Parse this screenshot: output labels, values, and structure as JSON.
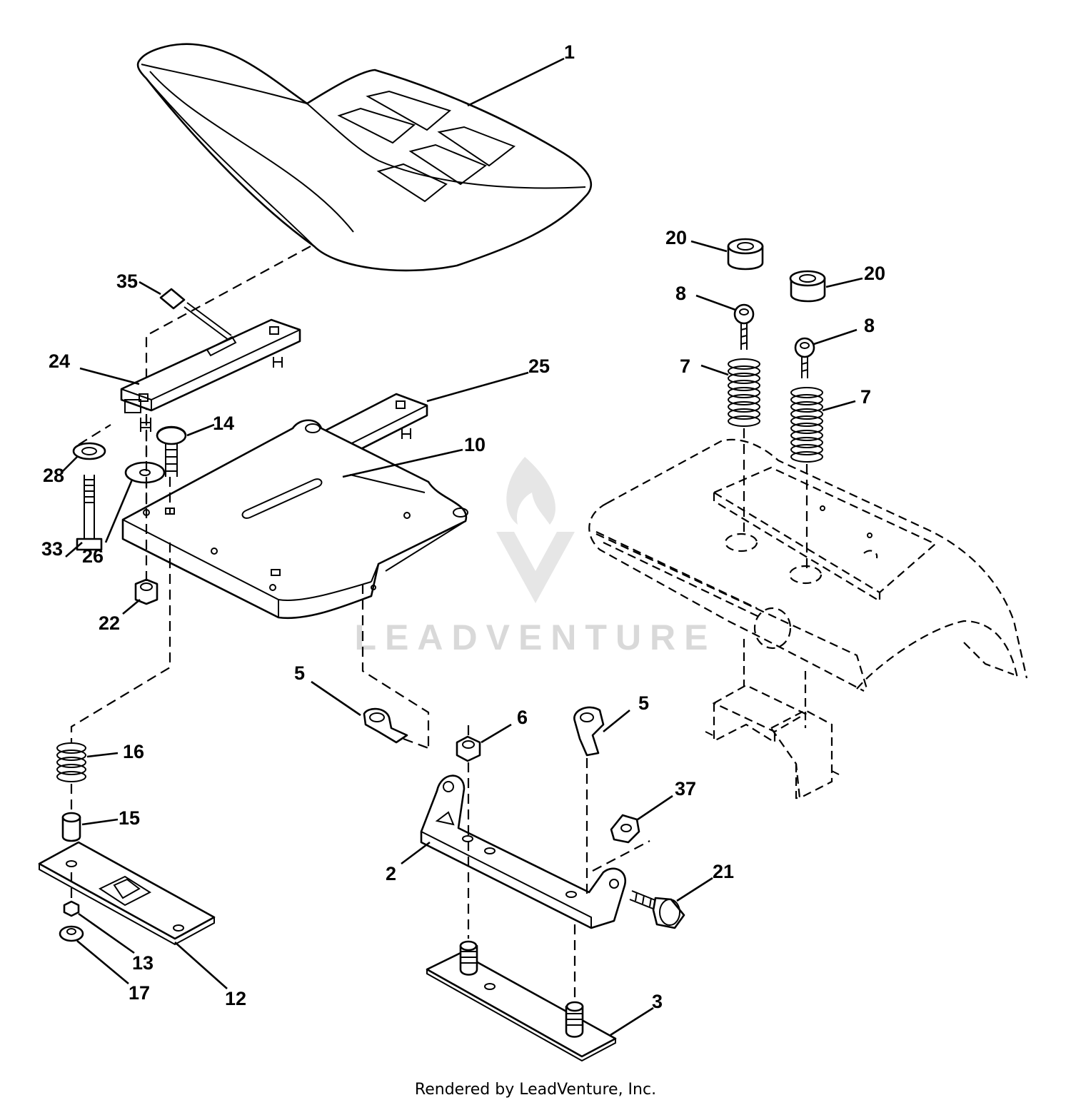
{
  "watermark": {
    "text": "LEADVENTURE"
  },
  "footer": {
    "text": "Rendered by LeadVenture, Inc."
  },
  "callouts": [
    "1",
    "2",
    "3",
    "5",
    "5",
    "6",
    "7",
    "7",
    "8",
    "8",
    "10",
    "12",
    "13",
    "14",
    "15",
    "16",
    "17",
    "20",
    "20",
    "21",
    "22",
    "24",
    "25",
    "26",
    "28",
    "33",
    "35",
    "37"
  ]
}
